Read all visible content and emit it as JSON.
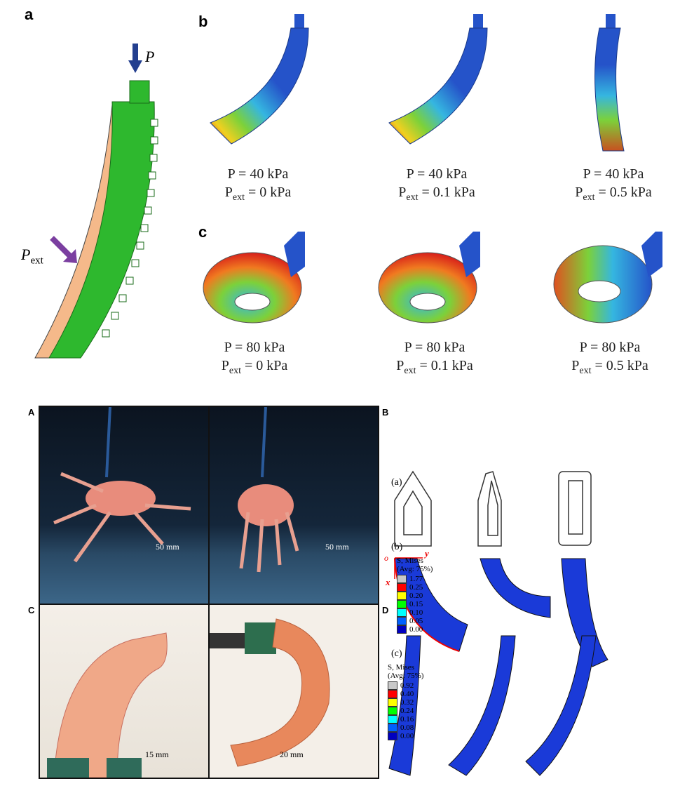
{
  "top": {
    "labels": {
      "a": "a",
      "b": "b",
      "c": "c"
    },
    "panel_a": {
      "p": "P",
      "pext": "P",
      "pext_sub": "ext"
    },
    "row_b": [
      {
        "p": "P = 40 kPa",
        "pext_prefix": "P",
        "pext_sub": "ext",
        "pext_val": " = 0 kPa"
      },
      {
        "p": "P = 40 kPa",
        "pext_prefix": "P",
        "pext_sub": "ext",
        "pext_val": " = 0.1 kPa"
      },
      {
        "p": "P = 40 kPa",
        "pext_prefix": "P",
        "pext_sub": "ext",
        "pext_val": " = 0.5 kPa"
      }
    ],
    "row_c": [
      {
        "p": "P = 80 kPa",
        "pext_prefix": "P",
        "pext_sub": "ext",
        "pext_val": " = 0 kPa"
      },
      {
        "p": "P = 80 kPa",
        "pext_prefix": "P",
        "pext_sub": "ext",
        "pext_val": " = 0.1 kPa"
      },
      {
        "p": "P = 80 kPa",
        "pext_prefix": "P",
        "pext_sub": "ext",
        "pext_val": " = 0.5 kPa"
      }
    ]
  },
  "photos": {
    "labels": {
      "A": "A",
      "B": "B",
      "C": "C",
      "D": "D"
    },
    "scales": {
      "A": "50 mm",
      "B": "50 mm",
      "C": "15 mm",
      "D": "20 mm"
    }
  },
  "fea": {
    "labels": {
      "a": "(a)",
      "b": "(b)",
      "c": "(c)"
    },
    "axes": {
      "o": "o",
      "x": "x",
      "y": "y"
    },
    "legend_b": {
      "title1": "S, Mises",
      "title2": "(Avg: 75%)",
      "values": [
        "1.77",
        "0.25",
        "0.20",
        "0.15",
        "0.10",
        "0.05",
        "0.00"
      ]
    },
    "legend_c": {
      "title1": "S, Mises",
      "title2": "(Avg: 75%)",
      "values": [
        "0.92",
        "0.40",
        "0.32",
        "0.24",
        "0.16",
        "0.08",
        "0.00"
      ]
    },
    "legend_colors": [
      "#c8c8c8",
      "#ff0000",
      "#ffff00",
      "#00ff00",
      "#00ffff",
      "#0060ff",
      "#0000c0"
    ]
  }
}
